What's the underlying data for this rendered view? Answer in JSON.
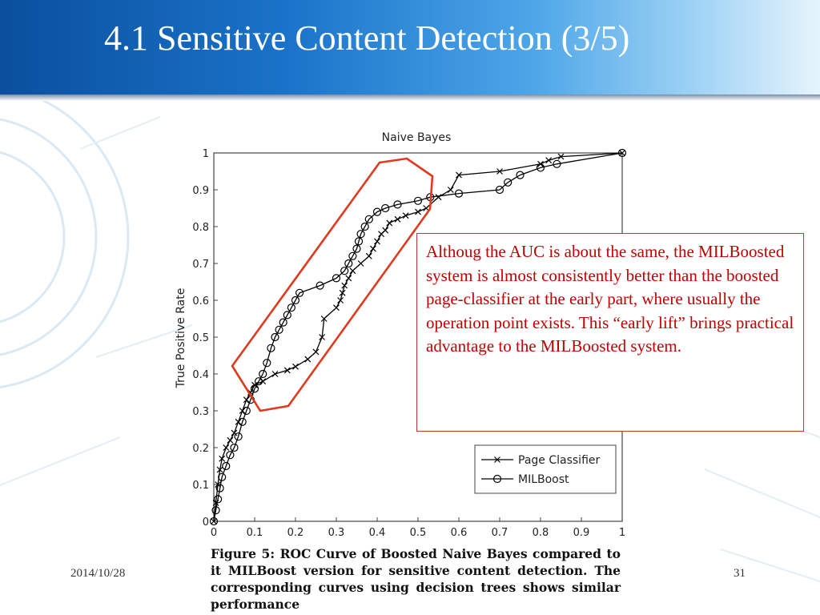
{
  "slide": {
    "title": "4.1 Sensitive Content Detection (3/5)",
    "date": "2014/10/28",
    "page": "31",
    "note": "Althoug the AUC is about the same, the MILBoosted system is almost consistently better than the boosted page-classifier at the early part, where usually the operation point exists. This “early lift” brings practical advantage to the MILBoosted system.",
    "caption_label": "Figure 5:",
    "caption_text": "ROC Curve of Boosted Naive Bayes compared to it MILBoost version for sensitive content detection. The corresponding curves using decision trees shows similar performance",
    "highlight_color": "#e03a1e"
  },
  "chart_data": {
    "type": "line",
    "title": "Naive Bayes",
    "xlabel": "",
    "ylabel": "True Positive Rate",
    "xlim": [
      0,
      1
    ],
    "ylim": [
      0,
      1
    ],
    "xticks": [
      "0",
      "0.1",
      "0.2",
      "0.3",
      "0.4",
      "0.5",
      "0.6",
      "0.7",
      "0.8",
      "0.9",
      "1"
    ],
    "yticks": [
      "0",
      "0.1",
      "0.2",
      "0.3",
      "0.4",
      "0.5",
      "0.6",
      "0.7",
      "0.8",
      "0.9",
      "1"
    ],
    "legend_position": "bottom-right",
    "series": [
      {
        "name": "Page Classifier",
        "marker": "x",
        "color": "#000000",
        "x": [
          0.0,
          0.005,
          0.01,
          0.015,
          0.02,
          0.03,
          0.04,
          0.05,
          0.06,
          0.07,
          0.08,
          0.09,
          0.1,
          0.12,
          0.15,
          0.18,
          0.2,
          0.23,
          0.25,
          0.265,
          0.27,
          0.3,
          0.31,
          0.315,
          0.32,
          0.33,
          0.34,
          0.36,
          0.38,
          0.39,
          0.4,
          0.41,
          0.42,
          0.43,
          0.45,
          0.47,
          0.5,
          0.52,
          0.55,
          0.58,
          0.6,
          0.7,
          0.8,
          0.82,
          0.85,
          1.0
        ],
        "y": [
          0.0,
          0.05,
          0.1,
          0.14,
          0.17,
          0.2,
          0.22,
          0.24,
          0.27,
          0.3,
          0.33,
          0.35,
          0.37,
          0.38,
          0.4,
          0.41,
          0.42,
          0.44,
          0.46,
          0.5,
          0.55,
          0.58,
          0.6,
          0.62,
          0.64,
          0.66,
          0.68,
          0.7,
          0.72,
          0.74,
          0.76,
          0.78,
          0.79,
          0.81,
          0.82,
          0.83,
          0.84,
          0.85,
          0.88,
          0.9,
          0.94,
          0.95,
          0.97,
          0.98,
          0.99,
          1.0
        ]
      },
      {
        "name": "MILBoost",
        "marker": "o",
        "color": "#000000",
        "x": [
          0.0,
          0.005,
          0.01,
          0.015,
          0.02,
          0.03,
          0.04,
          0.05,
          0.06,
          0.07,
          0.08,
          0.09,
          0.1,
          0.11,
          0.12,
          0.13,
          0.14,
          0.15,
          0.16,
          0.17,
          0.18,
          0.19,
          0.2,
          0.21,
          0.26,
          0.3,
          0.32,
          0.33,
          0.34,
          0.35,
          0.355,
          0.36,
          0.37,
          0.38,
          0.4,
          0.42,
          0.45,
          0.5,
          0.53,
          0.6,
          0.7,
          0.72,
          0.75,
          0.8,
          0.84,
          1.0
        ],
        "y": [
          0.0,
          0.03,
          0.06,
          0.09,
          0.12,
          0.15,
          0.18,
          0.2,
          0.23,
          0.27,
          0.3,
          0.33,
          0.36,
          0.38,
          0.4,
          0.43,
          0.47,
          0.5,
          0.52,
          0.54,
          0.56,
          0.58,
          0.6,
          0.62,
          0.64,
          0.66,
          0.68,
          0.7,
          0.72,
          0.74,
          0.76,
          0.78,
          0.8,
          0.82,
          0.84,
          0.85,
          0.86,
          0.87,
          0.88,
          0.89,
          0.9,
          0.92,
          0.94,
          0.96,
          0.97,
          1.0
        ]
      }
    ]
  }
}
